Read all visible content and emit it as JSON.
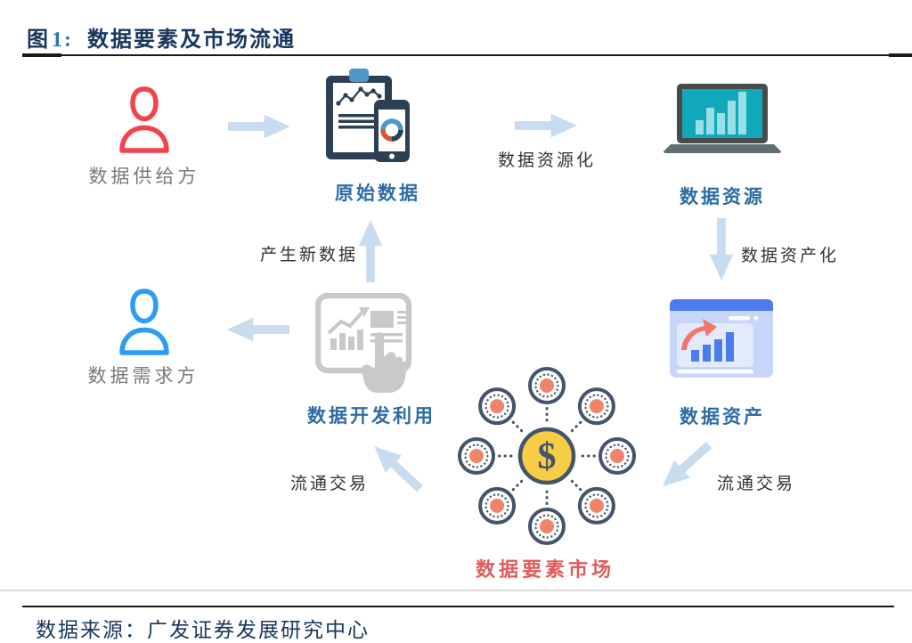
{
  "figure": {
    "title_prefix": "图",
    "title_number": "1:",
    "title_text": "数据要素及市场流通",
    "source_text": "数据来源：广发证券发展研究中心"
  },
  "nodes": {
    "supplier": {
      "label": "数据供给方"
    },
    "raw_data": {
      "label": "原始数据"
    },
    "resource": {
      "label": "数据资源"
    },
    "asset": {
      "label": "数据资产"
    },
    "dev_use": {
      "label": "数据开发利用"
    },
    "demander": {
      "label": "数据需求方"
    },
    "market": {
      "label": "数据要素市场",
      "symbol": "$"
    }
  },
  "edges": {
    "resourcization": {
      "label": "数据资源化"
    },
    "assetization": {
      "label": "数据资产化"
    },
    "trade_right": {
      "label": "流通交易"
    },
    "trade_left": {
      "label": "流通交易"
    },
    "new_data": {
      "label": "产生新数据"
    }
  },
  "colors": {
    "arrow": "#C8DCF0",
    "title_navy": "#17375E",
    "title_number_blue": "#2E75B6",
    "rule": "#1A1A1A",
    "faint_rule": "#DCDCDC",
    "supplier_red": "#F4424D",
    "demander_blue": "#2D9CF4",
    "person_label_gray": "#7A7A7A",
    "edge_text": "#333333",
    "node_label_blue": "#2E6DA4",
    "market_label_red": "#E05C5C",
    "icon_navy": "#2B3F55",
    "clip_blue": "#4F96C8",
    "donut_orange": "#D4582E",
    "laptop_frame": "#4A4A4A",
    "laptop_base": "#616E73",
    "screen_teal": "#10A9BC",
    "bars_teal_light": "#9ADEE6",
    "card_bg": "#C7D6F8",
    "card_panel": "#E2EAFC",
    "card_bar": "#4A7CF0",
    "coral": "#F2766B",
    "gray_icon": "#C9C9C9",
    "market_ring": "#44546A",
    "market_center_yellow": "#F7CD45",
    "market_dot_orange": "#F0846A"
  }
}
